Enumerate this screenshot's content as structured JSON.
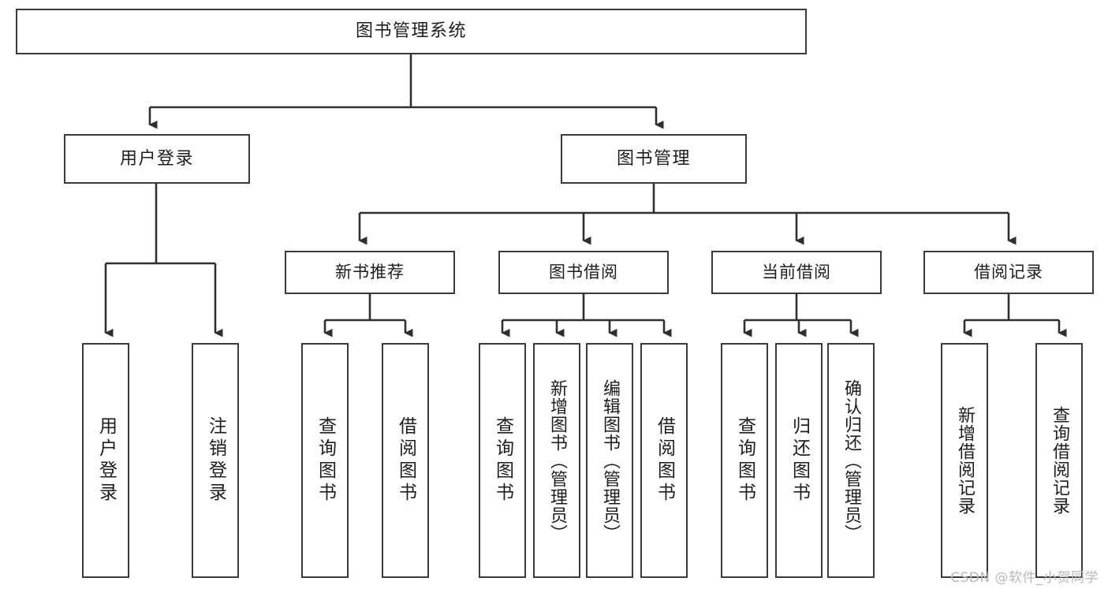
{
  "diagram": {
    "title": "图书管理系统",
    "type": "hierarchy-tree",
    "root": {
      "label": "图书管理系统"
    },
    "level1": [
      {
        "id": "user-login",
        "label": "用户登录"
      },
      {
        "id": "book-management",
        "label": "图书管理"
      }
    ],
    "level2": [
      {
        "id": "new-book-recommend",
        "label": "新书推荐",
        "parent": "book-management"
      },
      {
        "id": "book-borrow",
        "label": "图书借阅",
        "parent": "book-management"
      },
      {
        "id": "current-borrow",
        "label": "当前借阅",
        "parent": "book-management"
      },
      {
        "id": "borrow-record",
        "label": "借阅记录",
        "parent": "book-management"
      }
    ],
    "leaves": {
      "user_login": [
        {
          "id": "leaf-user-login",
          "label": "用户登录"
        },
        {
          "id": "leaf-logout-login",
          "label": "注销登录"
        }
      ],
      "new_book_recommend": [
        {
          "id": "leaf-query-book-1",
          "label": "查询图书"
        },
        {
          "id": "leaf-borrow-book-1",
          "label": "借阅图书"
        }
      ],
      "book_borrow": [
        {
          "id": "leaf-query-book-2",
          "label": "查询图书"
        },
        {
          "id": "leaf-add-book",
          "label": "新增图书（管理员）"
        },
        {
          "id": "leaf-edit-book",
          "label": "编辑图书（管理员）"
        },
        {
          "id": "leaf-borrow-book-2",
          "label": "借阅图书"
        }
      ],
      "current_borrow": [
        {
          "id": "leaf-query-book-3",
          "label": "查询图书"
        },
        {
          "id": "leaf-return-book",
          "label": "归还图书"
        },
        {
          "id": "leaf-confirm-return",
          "label": "确认归还（管理员）"
        }
      ],
      "borrow_record": [
        {
          "id": "leaf-add-record",
          "label": "新增借阅记录"
        },
        {
          "id": "leaf-query-record",
          "label": "查询借阅记录"
        }
      ]
    }
  },
  "watermark": {
    "text": "CSDN @软件_小贺同学"
  },
  "colors": {
    "box_border": "#3a3a3a",
    "line": "#2f2f2f",
    "text": "#1d1d1d",
    "background": "#ffffff",
    "watermark": "#b9b9b9"
  }
}
